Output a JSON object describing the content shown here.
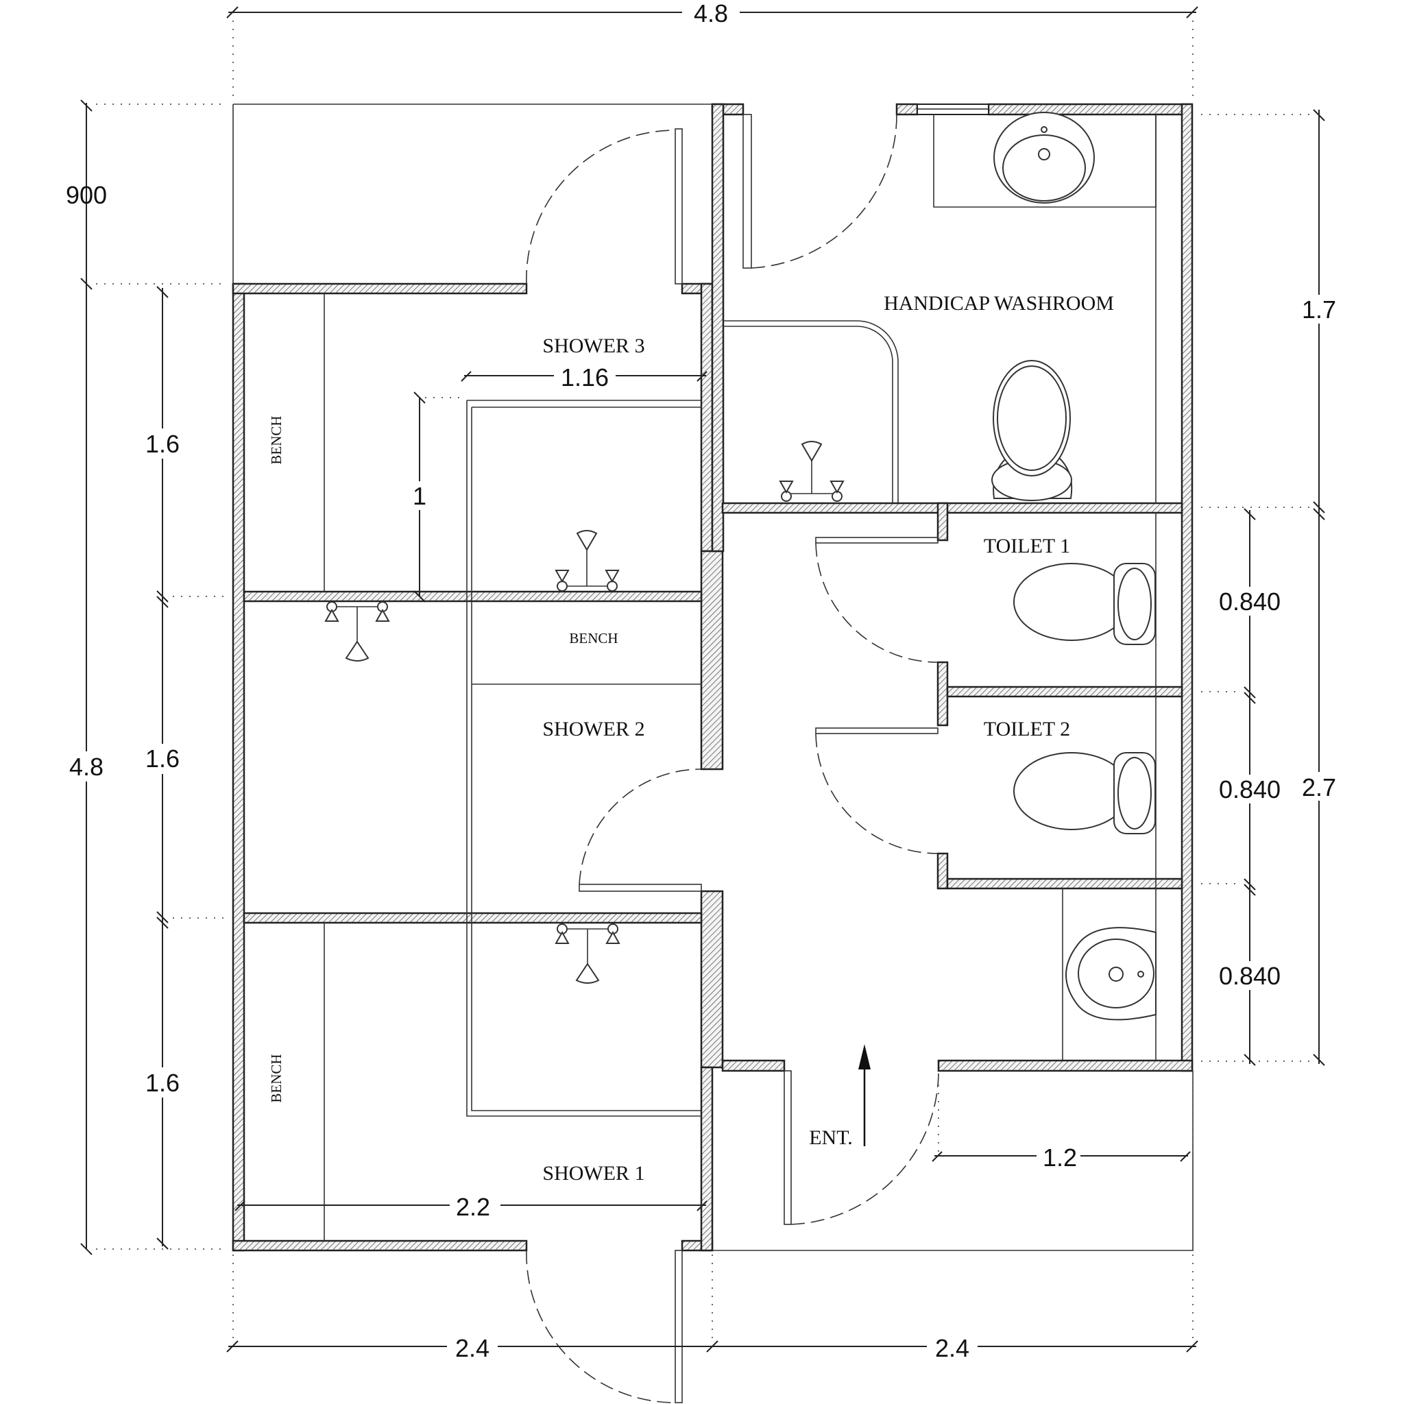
{
  "dimensions": {
    "overall_width": "4.8",
    "top_offset": "900",
    "overall_height": "4.8",
    "shower_height_1": "1.6",
    "shower_height_2": "1.6",
    "shower_height_3": "1.6",
    "shower_inner_width": "1.16",
    "shower_inner_depth": "1",
    "shower_width": "2.2",
    "bottom_left_width": "2.4",
    "bottom_right_width": "2.4",
    "washroom_height": "1.7",
    "toilet_block_height": "2.7",
    "toilet_1_depth": "0.840",
    "toilet_2_depth": "0.840",
    "urinal_depth": "0.840",
    "entry_width": "1.2"
  },
  "rooms": {
    "handicap_washroom": "HANDICAP WASHROOM",
    "shower_3": "SHOWER 3",
    "shower_2": "SHOWER 2",
    "shower_1": "SHOWER 1",
    "toilet_1": "TOILET 1",
    "toilet_2": "TOILET 2",
    "bench_top": "BENCH",
    "bench_middle": "BENCH",
    "bench_bottom": "BENCH",
    "entrance": "ENT."
  }
}
